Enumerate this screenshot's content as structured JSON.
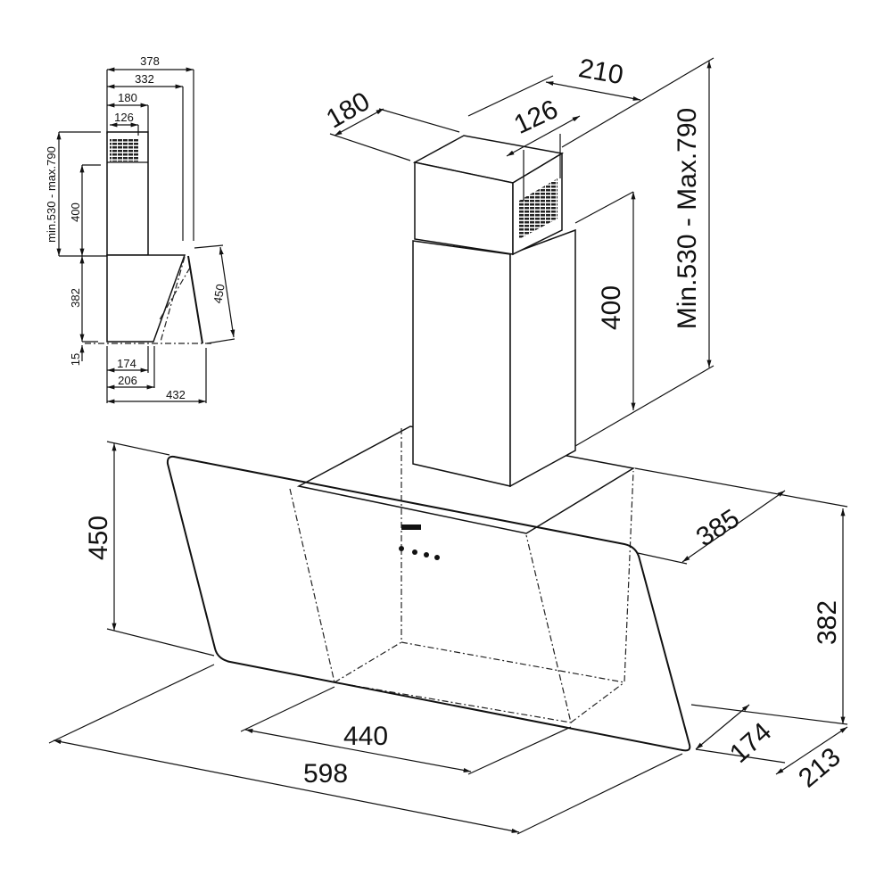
{
  "side_view": {
    "labels": {
      "w378": "378",
      "w332": "332",
      "w180": "180",
      "w126": "126",
      "height_range": "min.530 - max.790",
      "h400": "400",
      "h382": "382",
      "h450": "450",
      "h15": "15",
      "d174": "174",
      "d206": "206",
      "d432": "432"
    }
  },
  "main_view": {
    "labels": {
      "d180": "180",
      "d210": "210",
      "d126": "126",
      "height_range": "Min.530 - Max.790",
      "h400": "400",
      "h450": "450",
      "d385": "385",
      "h382": "382",
      "w440": "440",
      "w598": "598",
      "d174": "174",
      "d213": "213"
    }
  }
}
